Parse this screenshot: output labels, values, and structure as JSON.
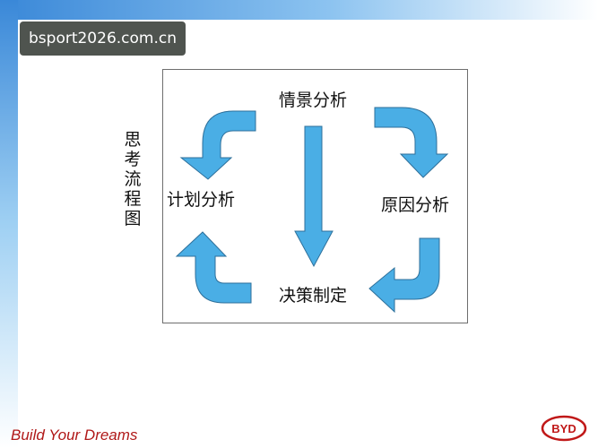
{
  "watermark": {
    "text": "bsport2026.com.cn"
  },
  "diagram": {
    "vertical_title": "思考流程图",
    "nodes": {
      "top": "情景分析",
      "right": "原因分析",
      "bottom": "决策制定",
      "left": "计划分析"
    }
  },
  "footer": {
    "slogan": "Build Your Dreams"
  },
  "logo": {
    "text": "BYD"
  },
  "colors": {
    "arrow_fill": "#4aaee5",
    "arrow_stroke": "#2d6f9a",
    "footer_text": "#b01818",
    "logo": "#c01818"
  }
}
